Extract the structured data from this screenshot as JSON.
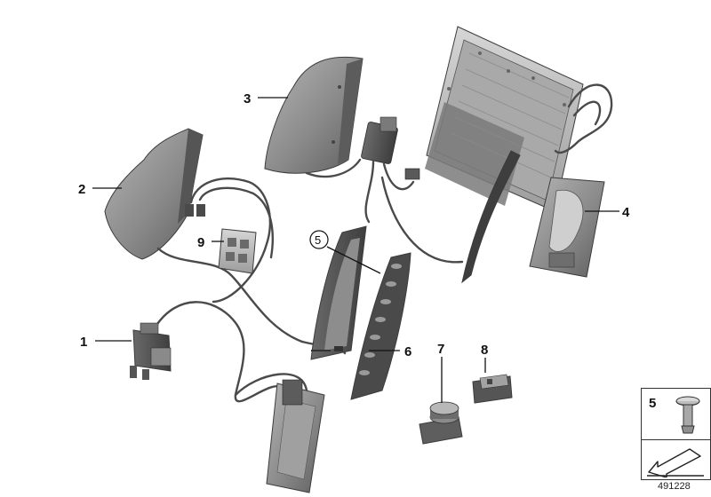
{
  "callouts": {
    "c1": "1",
    "c2": "2",
    "c3": "3",
    "c4": "4",
    "c5": "5",
    "c6": "6",
    "c7": "7",
    "c8": "8",
    "c9": "9"
  },
  "legend": {
    "number": "5"
  },
  "diagram_number": "491228",
  "colors": {
    "part_fill": "#8c8c8c",
    "part_dark": "#5a5a5a",
    "part_light": "#b8b8b8",
    "cable": "#4a4a4a",
    "line": "#111111"
  }
}
